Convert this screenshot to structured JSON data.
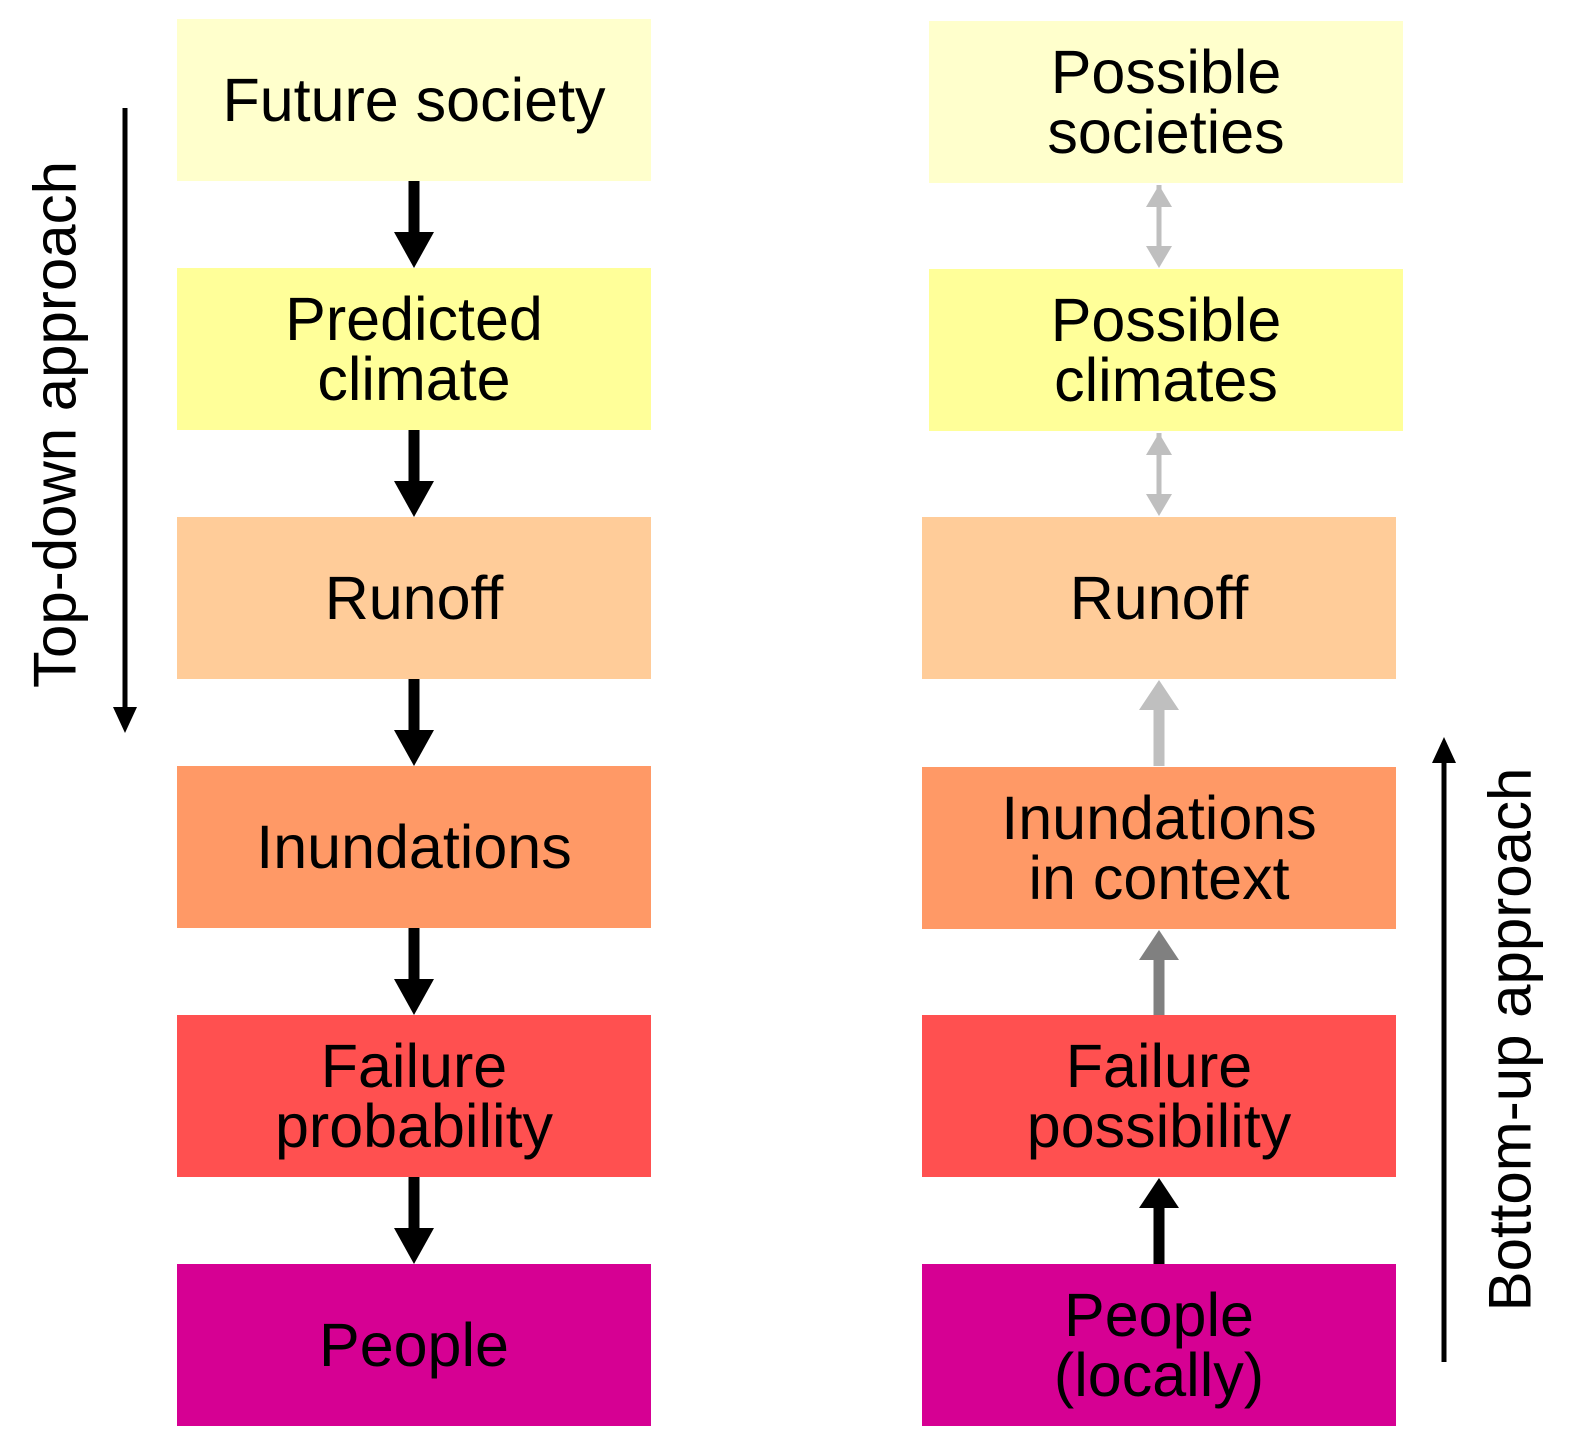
{
  "left": {
    "label": "Top-down approach",
    "boxes": [
      "Future society",
      "Predicted\nclimate",
      "Runoff",
      "Inundations",
      "Failure\nprobability",
      "People"
    ]
  },
  "right": {
    "label": "Bottom-up approach",
    "boxes": [
      "Possible\nsocieties",
      "Possible\nclimates",
      "Runoff",
      "Inundations\nin context",
      "Failure\npossibility",
      "People\n(locally)"
    ]
  },
  "colors": [
    "#FFFFCC",
    "#FFFF99",
    "#FFCC99",
    "#FF9966",
    "#FF5050",
    "#D60093"
  ]
}
